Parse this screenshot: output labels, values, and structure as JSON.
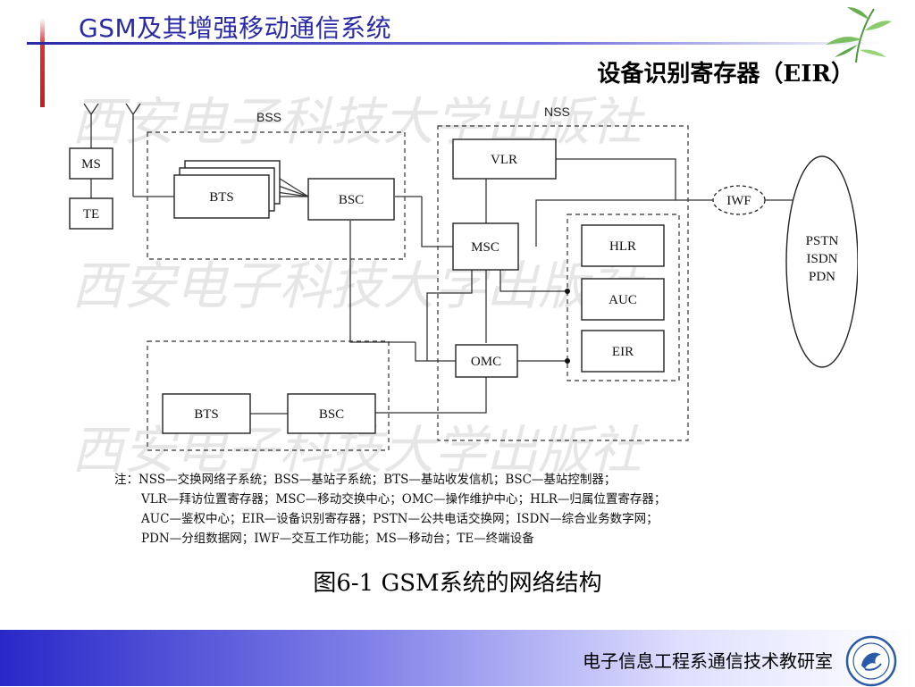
{
  "header": {
    "title": "GSM及其增强移动通信系统",
    "section_heading": "设备识别寄存器（EIR）"
  },
  "diagram": {
    "group_labels": {
      "bss": "BSS",
      "nss": "NSS"
    },
    "nodes": {
      "ms": "MS",
      "te": "TE",
      "bts_top": "BTS",
      "bsc_top": "BSC",
      "vlr": "VLR",
      "msc": "MSC",
      "iwf": "IWF",
      "hlr": "HLR",
      "auc": "AUC",
      "eir": "EIR",
      "omc": "OMC",
      "bts_bottom": "BTS",
      "bsc_bottom": "BSC",
      "pstn": "PSTN",
      "isdn": "ISDN",
      "pdn": "PDN"
    },
    "watermark": "西安电子科技大学出版社"
  },
  "notes": [
    "注：NSS—交换网络子系统；BSS—基站子系统；BTS—基站收发信机；BSC—基站控制器；",
    "VLR—拜访位置寄存器；MSC—移动交换中心；OMC—操作维护中心；HLR—归属位置寄存器；",
    "AUC—鉴权中心；EIR—设备识别寄存器；PSTN—公共电话交换网；ISDN—综合业务数字网；",
    "PDN—分组数据网；IWF—交互工作功能；MS—移动台；TE—终端设备"
  ],
  "caption": "图6-1 GSM系统的网络结构",
  "footer": {
    "text": "电子信息工程系通信技术教研室"
  },
  "colors": {
    "title": "#2a2aa8",
    "footer_start": "#2828c8",
    "accent_red": "#e03030"
  }
}
